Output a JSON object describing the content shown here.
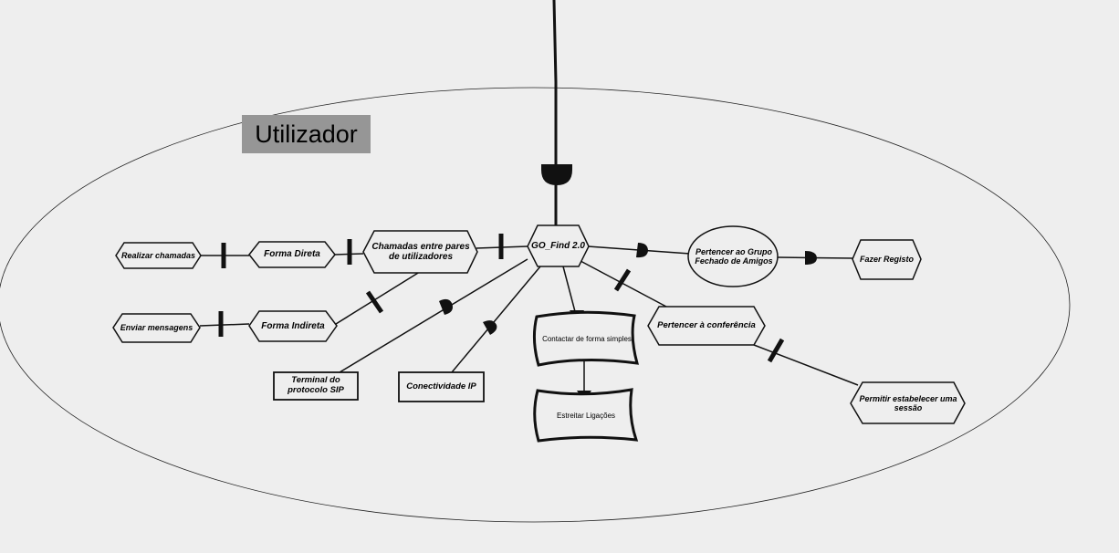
{
  "actor": {
    "label": "Utilizador"
  },
  "nodes": {
    "root": "GO_Find 2.0",
    "chamadas": "Chamadas entre pares de utilizadores",
    "forma_direta": "Forma Direta",
    "realizar": "Realizar chamadas",
    "forma_indireta": "Forma Indireta",
    "enviar": "Enviar mensagens",
    "terminal": "Terminal do protocolo SIP",
    "conectividade": "Conectividade IP",
    "contactar": "Contactar de forma simples",
    "estreitar": "Estreitar Ligações",
    "pertencer_grupo": "Pertencer ao Grupo Fechado de Amigos",
    "fazer_registo": "Fazer Registo",
    "pertencer_conferencia": "Pertencer à conferência",
    "permitir_sessao": "Permitir estabelecer uma sessão"
  },
  "colors": {
    "background": "#eeeeee",
    "actor_box": "#969696",
    "stroke": "#111111"
  }
}
